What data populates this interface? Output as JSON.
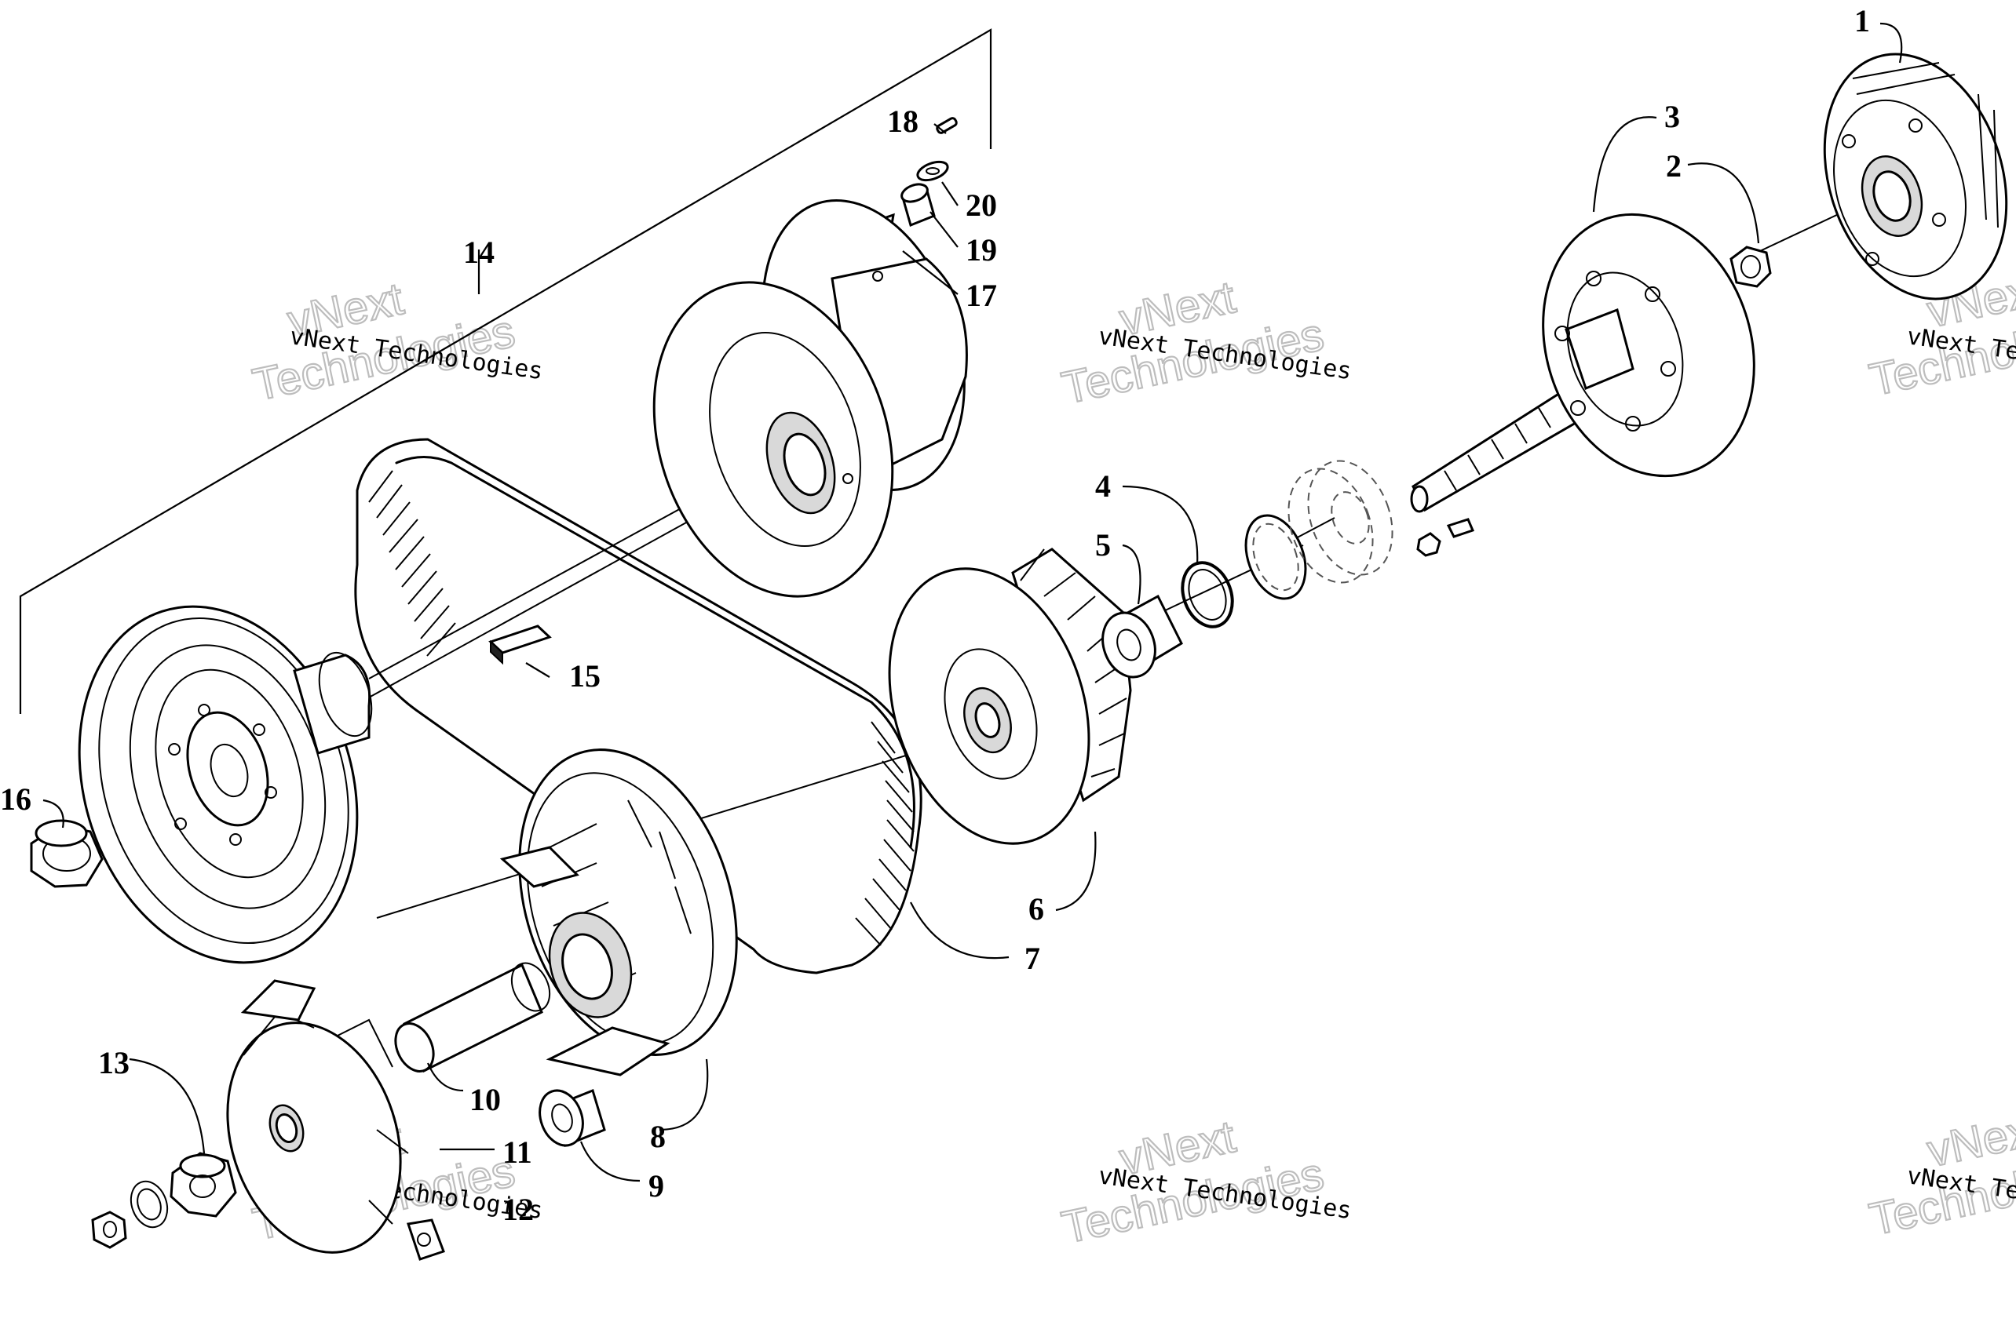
{
  "labels": {
    "1": "1",
    "2": "2",
    "3": "3",
    "4": "4",
    "5": "5",
    "6": "6",
    "7": "7",
    "8": "8",
    "9": "9",
    "10": "10",
    "11": "11",
    "12": "12",
    "13": "13",
    "14": "14",
    "15": "15",
    "16": "16",
    "17": "17",
    "18": "18",
    "19": "19",
    "20": "20"
  },
  "watermark": {
    "line1": "vNext Technologies",
    "big1": "vNext",
    "big2": "Technologies"
  }
}
